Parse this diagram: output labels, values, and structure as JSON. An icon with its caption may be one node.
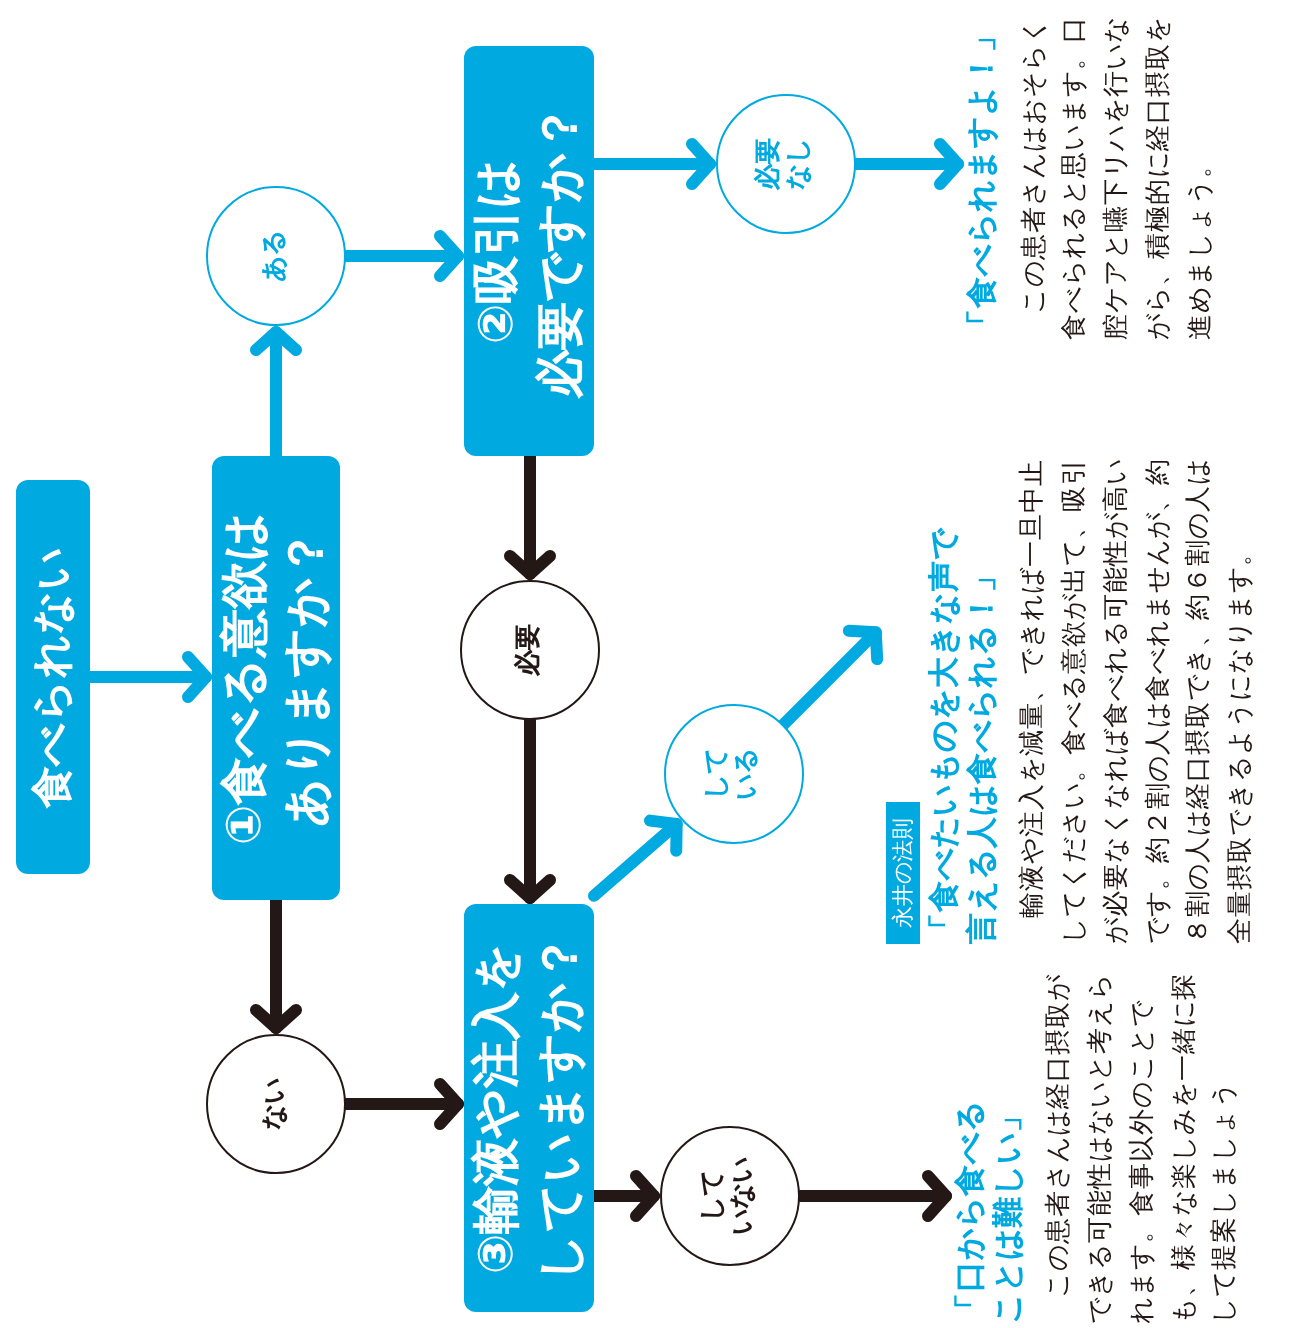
{
  "diagram": {
    "nodes": [
      {
        "text": [
          "食べられない"
        ]
      },
      {
        "text": [
          "①食べる意欲はありますか？"
        ]
      },
      {
        "text": [
          "ある"
        ]
      },
      {
        "text": [
          "②吸引は必要ですか？"
        ]
      },
      {
        "text": [
          "必要なし"
        ]
      },
      {
        "text": [
          "「食べられますよ！」",
          "この患者さんはおそらく食べられると思います。口腔ケアと嚥下リハを行いながら、積極的に経口摂取を進めましょう。"
        ]
      },
      {
        "text": [
          "必要"
        ]
      },
      {
        "text": [
          "ない"
        ]
      },
      {
        "text": [
          "③輸液や注入をしていますか？"
        ]
      },
      {
        "text": [
          "している"
        ]
      },
      {
        "text": [
          "していない"
        ]
      },
      {
        "text": [
          "永井の法則",
          "「食べたいものを大きな声で言える人は食べられる！」",
          "輸液や注入を減量、できれば一旦中止してください。食べる意欲が出て、吸引が必要なくなれば食べれる可能性が高いです。約２割の人は食べれませんが、約８割の人は経口摂取でき、約６割の人は全量摂取できるようになります。"
        ]
      },
      {
        "text": [
          "「口から食べることは難しい」",
          "この患者さんは経口摂取ができる可能性はないと考えられます。食事以外のことでも、様々な楽しみを一緒に探して提案しましょう"
        ]
      }
    ],
    "edges": [
      {
        "from": 0,
        "to": 1,
        "arrow": "to"
      },
      {
        "from": 1,
        "to": 2,
        "arrow": "to"
      },
      {
        "from": 2,
        "to": 3,
        "arrow": "to"
      },
      {
        "from": 3,
        "to": 4,
        "arrow": "to"
      },
      {
        "from": 4,
        "to": 5,
        "arrow": "to"
      },
      {
        "from": 3,
        "to": 6,
        "arrow": "to",
        "color": "#231815"
      },
      {
        "from": 6,
        "to": 8,
        "arrow": "to",
        "color": "#231815"
      },
      {
        "from": 1,
        "to": 7,
        "arrow": "to",
        "color": "#231815"
      },
      {
        "from": 7,
        "to": 8,
        "arrow": "to",
        "color": "#231815"
      },
      {
        "from": 8,
        "to": 9,
        "arrow": "to"
      },
      {
        "from": 9,
        "to": 11,
        "arrow": "to"
      },
      {
        "from": 8,
        "to": 10,
        "arrow": "to",
        "color": "#231815"
      },
      {
        "from": 10,
        "to": 12,
        "arrow": "to",
        "color": "#231815"
      }
    ]
  }
}
